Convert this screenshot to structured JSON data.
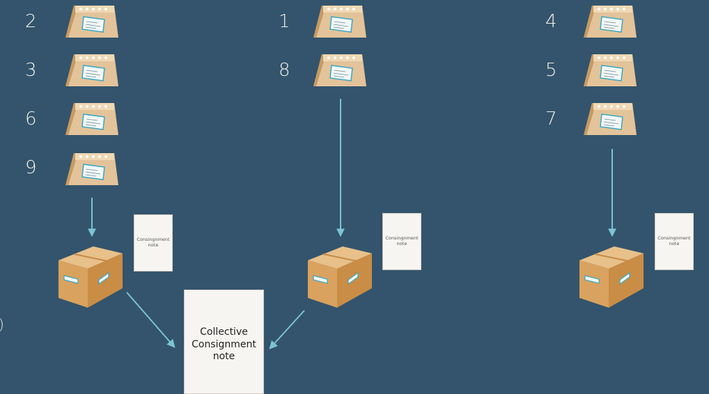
{
  "numbers": {
    "n2": "2",
    "n3": "3",
    "n6": "6",
    "n9": "9",
    "n1": "1",
    "n8": "8",
    "n4": "4",
    "n5": "5",
    "n7": "7"
  },
  "notes": {
    "left": "Consingnment note",
    "middle": "Consingnment note",
    "right": "Consingnment note"
  },
  "collective_note": "Collective Consignment note",
  "edge_fragment": ")",
  "colors": {
    "background": "#33546c",
    "arrow": "#7cc3d6",
    "package": "#e3c39a",
    "box_front": "#d9a25e",
    "box_side": "#c98d45",
    "note_paper": "#f7f5f1"
  },
  "icons": {
    "package": "package-icon",
    "box": "box-icon",
    "arrow": "arrow-icon"
  }
}
